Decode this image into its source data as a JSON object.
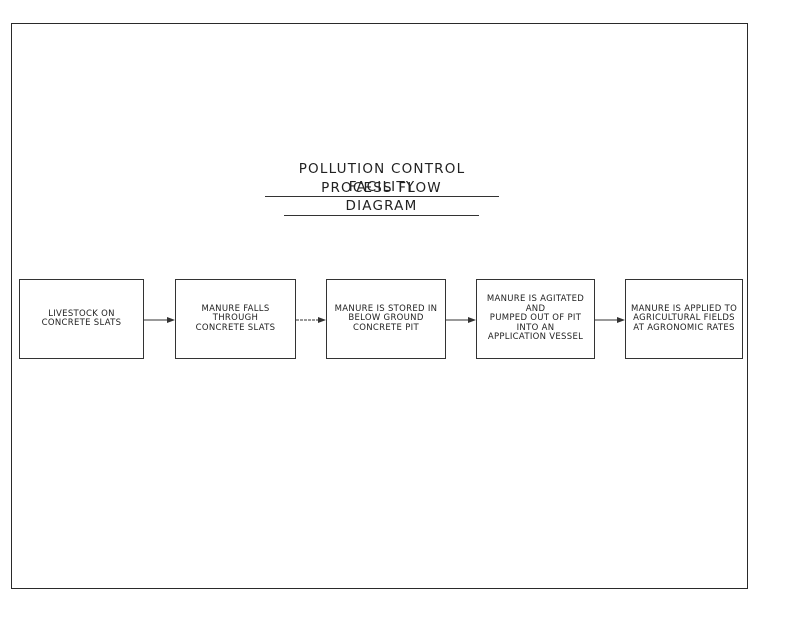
{
  "diagram": {
    "title_line1": "POLLUTION CONTROL FACILITY",
    "title_line2": "PROCESS FLOW DIAGRAM",
    "steps": [
      {
        "label": "LIVESTOCK ON\nCONCRETE SLATS"
      },
      {
        "label": "MANURE FALLS THROUGH\nCONCRETE SLATS"
      },
      {
        "label": "MANURE IS STORED IN\nBELOW GROUND\nCONCRETE PIT"
      },
      {
        "label": "MANURE IS AGITATED AND\nPUMPED OUT OF PIT\nINTO AN\nAPPLICATION VESSEL"
      },
      {
        "label": "MANURE IS APPLIED TO\nAGRICULTURAL FIELDS\nAT AGRONOMIC RATES"
      }
    ]
  }
}
